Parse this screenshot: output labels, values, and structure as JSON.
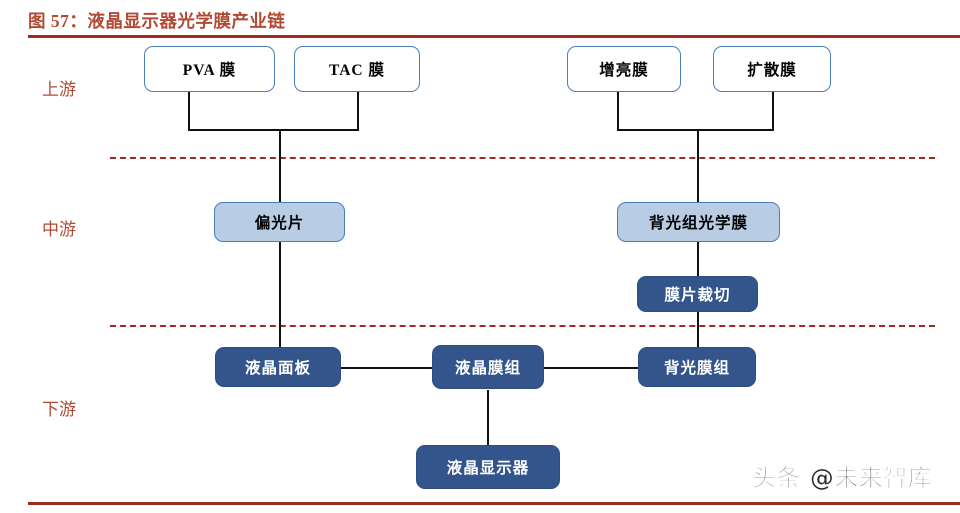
{
  "figure": {
    "title": "图 57：液晶显示器光学膜产业链",
    "title_color": "#B14A35",
    "rule_color": "#9E2A20"
  },
  "stages": [
    {
      "id": "upstream",
      "label": "上游"
    },
    {
      "id": "midstream",
      "label": "中游"
    },
    {
      "id": "downstream",
      "label": "下游"
    }
  ],
  "colors": {
    "white_node_fill": "#FFFFFF",
    "light_node_fill": "#B8CCE4",
    "dark_node_fill": "#34558B",
    "node_border": "#4A7EBB",
    "connector": "#111111",
    "divider": "#9E2A20"
  },
  "nodes": {
    "pva_film": "PVA 膜",
    "tac_film": "TAC 膜",
    "brightness_film": "增亮膜",
    "diffusion_film": "扩散膜",
    "polarizer": "偏光片",
    "backlight_optical_film": "背光组光学膜",
    "film_cutting": "膜片裁切",
    "lcd_panel": "液晶面板",
    "lcd_film_module": "液晶膜组",
    "backlight_module": "背光膜组",
    "lcd_display": "液晶显示器"
  },
  "watermark": {
    "text": "头条 @未来智库"
  }
}
